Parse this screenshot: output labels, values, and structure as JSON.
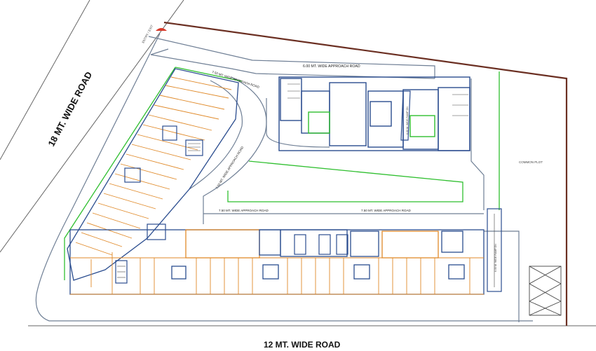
{
  "roads": {
    "left": "18 MT. WIDE ROAD",
    "bottom": "12 MT. WIDE ROAD"
  },
  "approach_roads": {
    "top": "6.00 MT. WIDE APPROACH ROAD",
    "diagonal_top": "7.50 MT. WIDE APPROACH ROAD",
    "diagonal_mid": "7.50 MT. WIDE APPROACH ROAD",
    "lower_left": "7.50 MT. WIDE APPROACH ROAD",
    "lower_right": "7.50 MT. WIDE APPROACH ROAD"
  },
  "ramps": {
    "top": "6.00 M. WIDE RAMP DN",
    "right": "6.00 M. WIDE RAMP DN"
  },
  "common_plot": "COMMON PLOT",
  "entry": "ENTRY / EXIT",
  "colors": {
    "boundary": "#6b2f22",
    "wall": "#2b4d8f",
    "green": "#2fbf2f",
    "orange": "#e08a2a",
    "road": "#6f7f95"
  }
}
